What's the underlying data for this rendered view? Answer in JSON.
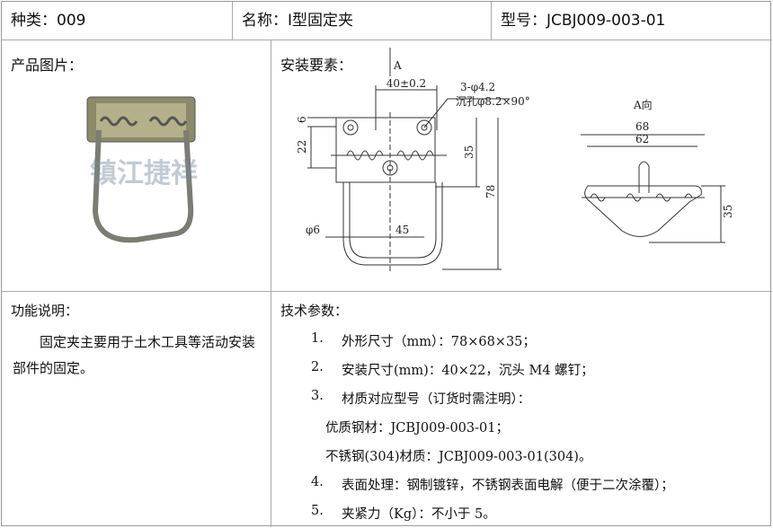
{
  "header": {
    "category": "种类：009",
    "name": "名称：Ⅰ型固定夹",
    "model": "型号：JCBJ009-003-01"
  },
  "photo": {
    "label": "产品图片：",
    "watermark": "镇江捷祥"
  },
  "install": {
    "label": "安装要素：",
    "view_arrow": "A",
    "view_label": "A向",
    "dims": {
      "hole_spacing": "40±0.2",
      "holes": "3-φ4.2",
      "countersink": "沉孔φ8.2×90°",
      "d6": "6",
      "d22": "22",
      "d35": "35",
      "d78": "78",
      "phi6": "φ6",
      "d45": "45",
      "w68": "68",
      "w62": "62",
      "h35": "35"
    }
  },
  "function": {
    "label": "功能说明：",
    "text": "固定夹主要用于土木工具等活动安装部件的固定。"
  },
  "specs": {
    "label": "技术参数：",
    "items": [
      {
        "num": "1.",
        "text": "外形尺寸（mm）：78×68×35；"
      },
      {
        "num": "2.",
        "text": "安装尺寸(mm)：40×22，沉头 M4 螺钉；"
      },
      {
        "num": "3.",
        "text": "材质对应型号（订货时需注明）："
      },
      {
        "num": "",
        "text": "优质钢材：JCBJ009-003-01；"
      },
      {
        "num": "",
        "text": "不锈钢(304)材质：JCBJ009-003-01(304)。"
      },
      {
        "num": "4.",
        "text": "表面处理：钢制镀锌，不锈钢表面电解（便于二次涂覆）；"
      },
      {
        "num": "5.",
        "text": "夹紧力（Kg）：不小于 5。"
      }
    ]
  }
}
